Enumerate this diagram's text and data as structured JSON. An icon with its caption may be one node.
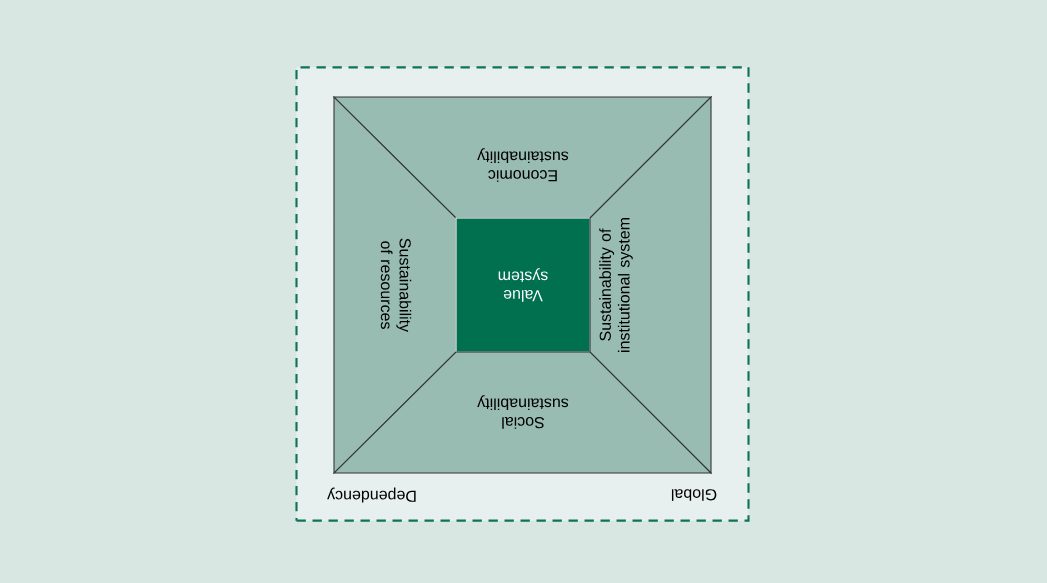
{
  "diagram": {
    "nodes": [
      {
        "text": [],
        "shape": "box"
      },
      {
        "text": [
          "Economic sustainability"
        ],
        "in": 0
      },
      {
        "text": [
          "Sustainability of resources"
        ],
        "in": 0
      },
      {
        "text": [
          "Value system"
        ],
        "in": 0
      },
      {
        "text": [
          "Sustainability of institutional system"
        ],
        "in": 0
      },
      {
        "text": [
          "Social sustainability"
        ],
        "in": 0
      }
    ],
    "labels": [
      "Dependency",
      "Global"
    ]
  }
}
